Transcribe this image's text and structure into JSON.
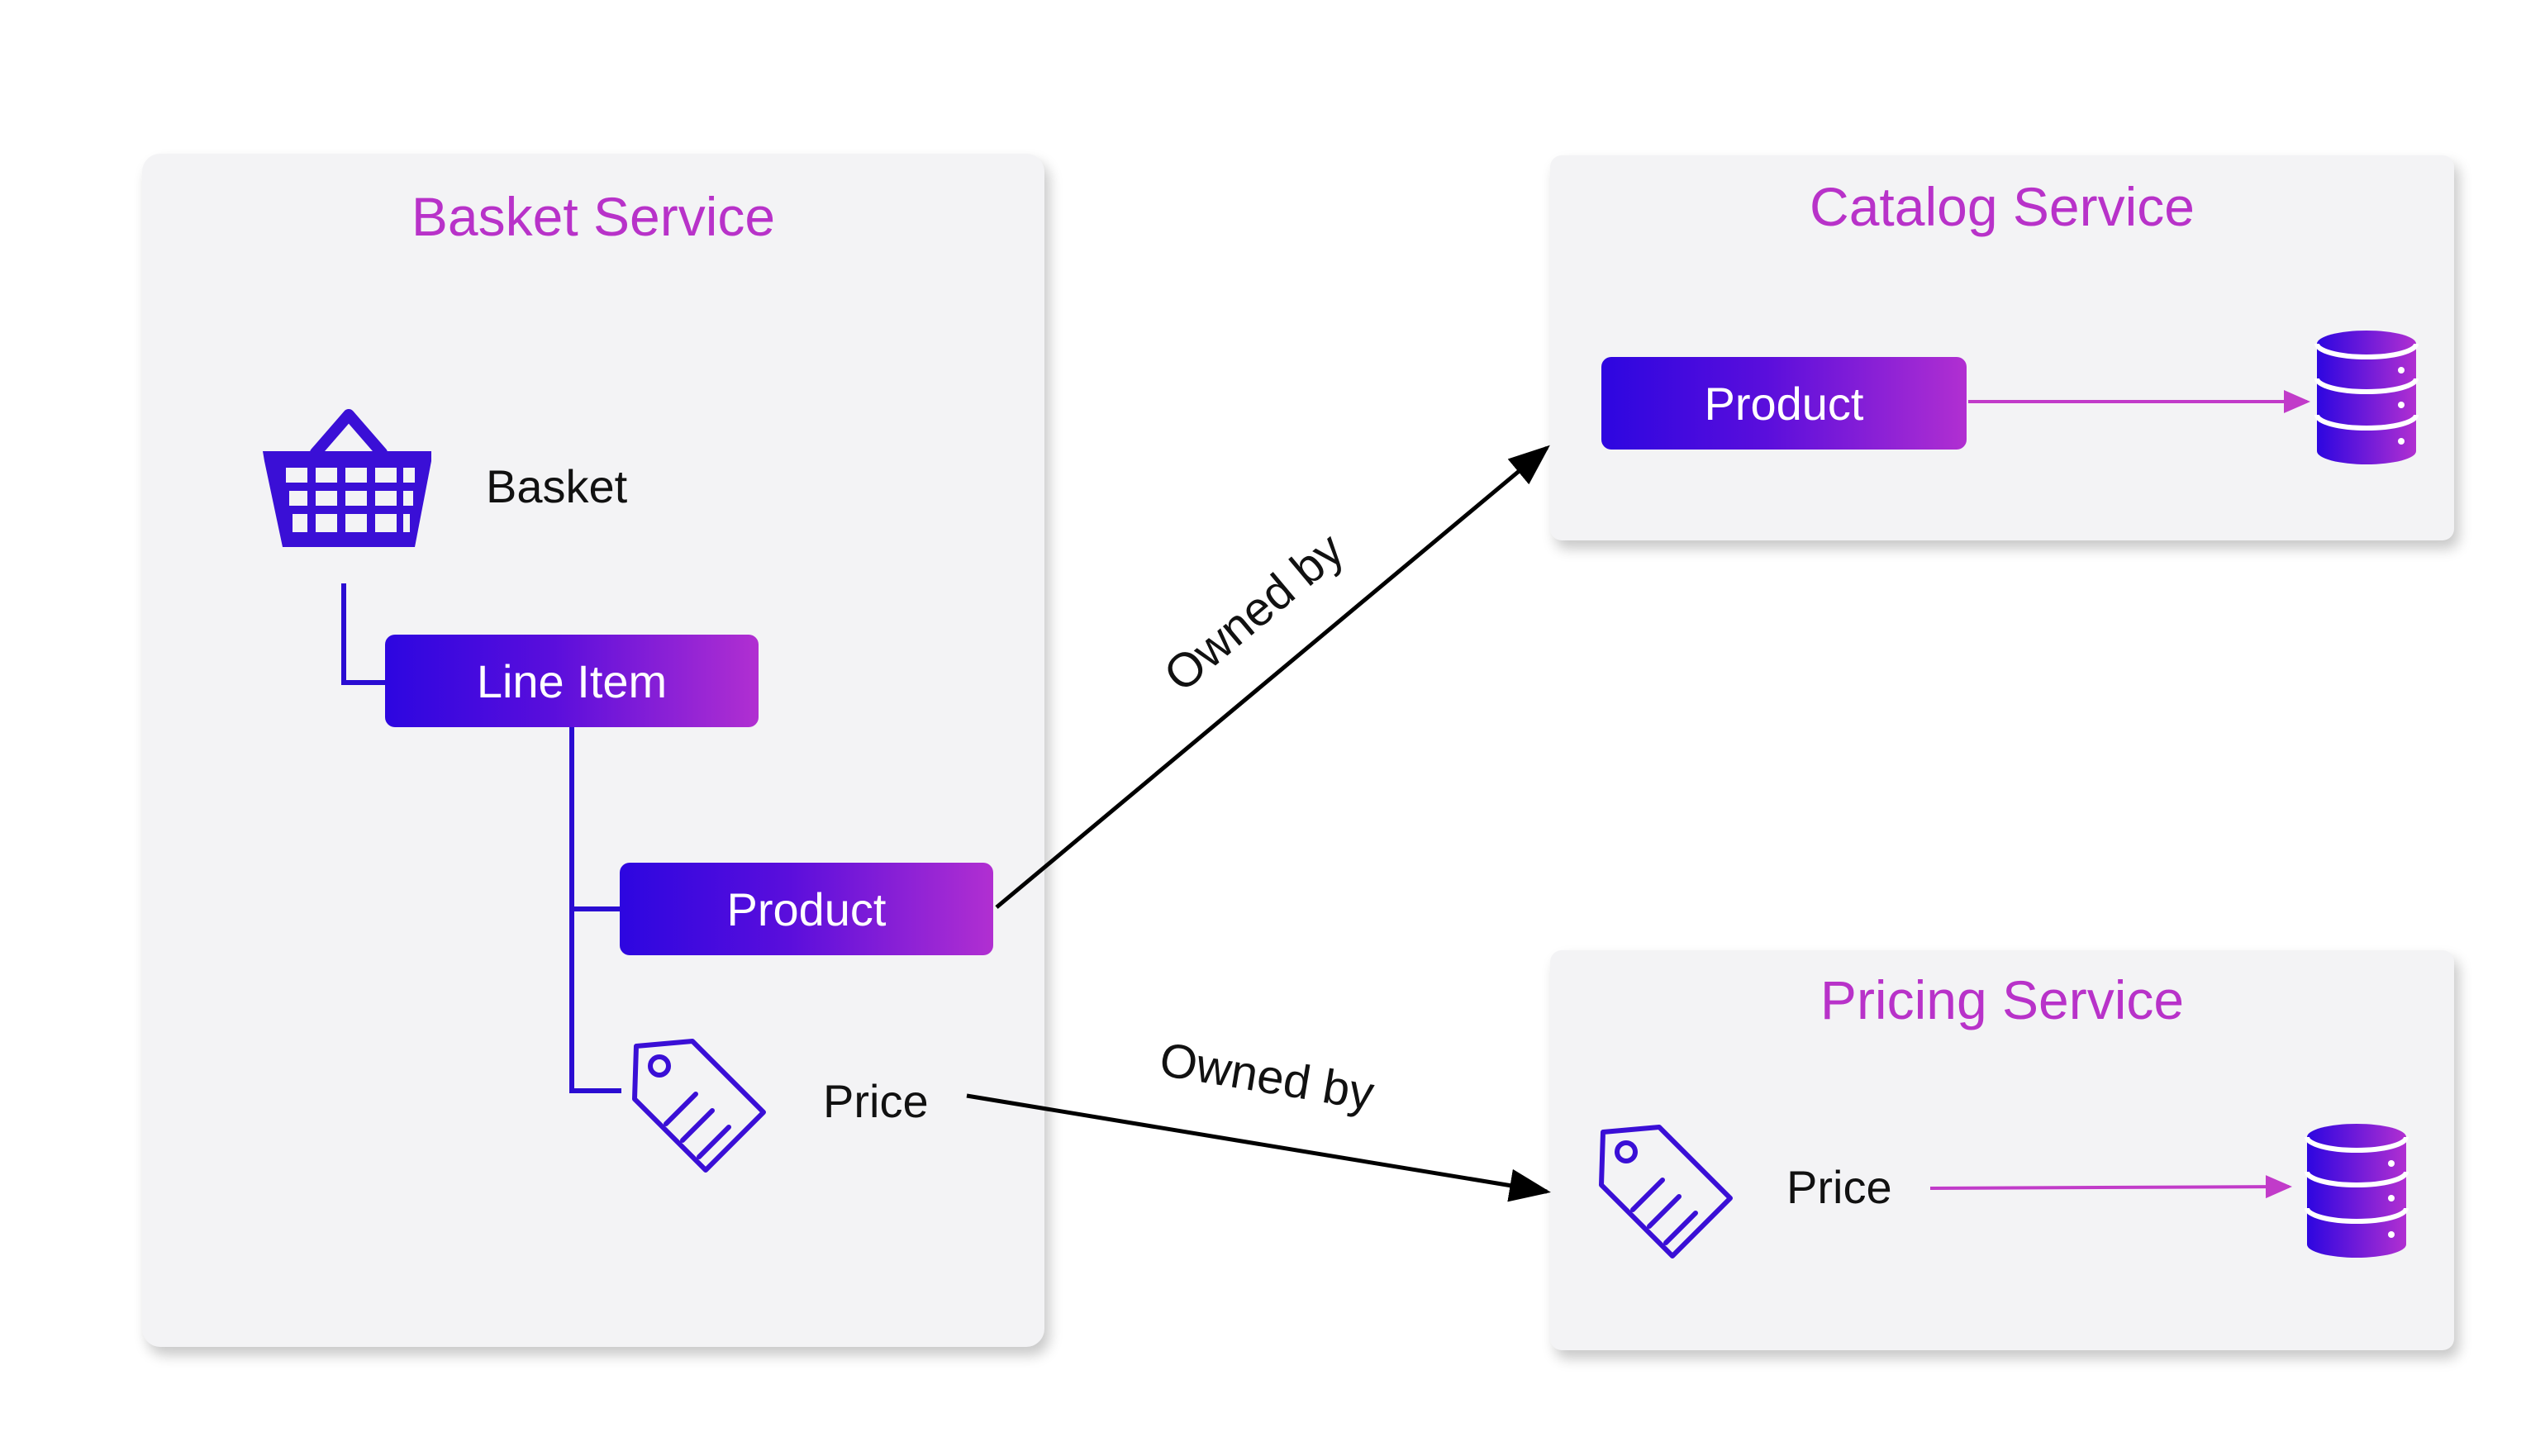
{
  "basket_service": {
    "title": "Basket Service",
    "basket_label": "Basket",
    "line_item_label": "Line Item",
    "product_label": "Product",
    "price_label": "Price"
  },
  "catalog_service": {
    "title": "Catalog Service",
    "product_label": "Product"
  },
  "pricing_service": {
    "title": "Pricing Service",
    "price_label": "Price"
  },
  "relations": {
    "product_owned_by": "Owned by",
    "price_owned_by": "Owned by"
  },
  "colors": {
    "title": "#b832c9",
    "gradient_start": "#2d06e0",
    "gradient_end": "#b12fd1",
    "icon": "#3a0fd6",
    "connector": "#2a0cd2",
    "internal_arrow": "#c13bc9",
    "ownership_arrow": "#000000",
    "panel": "#f3f3f5"
  },
  "icons": [
    "basket-icon",
    "price-tag-icon",
    "database-icon"
  ]
}
